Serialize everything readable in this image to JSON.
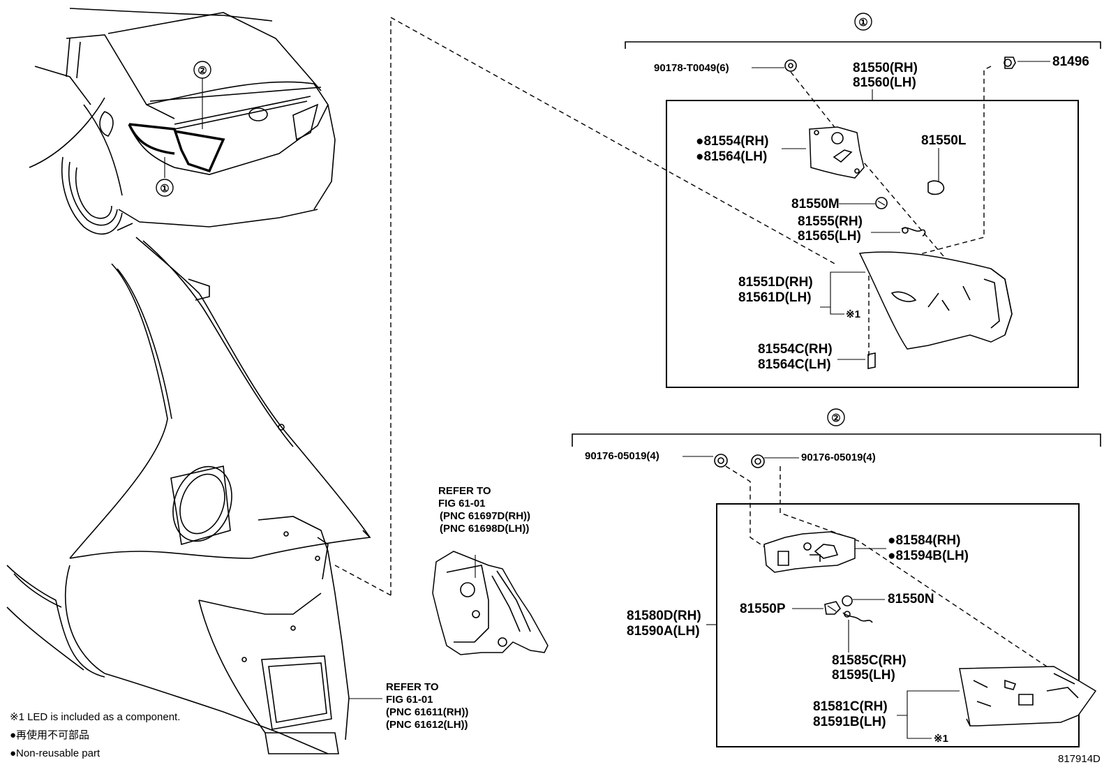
{
  "callouts": {
    "one": "①",
    "two": "②",
    "note_mark": "※1"
  },
  "group1": {
    "bolt": "90178-T0049(6)",
    "housing_rh": "81550(RH)",
    "housing_lh": "81560(LH)",
    "clip": "81496",
    "bracket_rh": "●81554(RH)",
    "bracket_lh": "●81564(LH)",
    "bulb": "81550L",
    "socket": "81550M",
    "harness_rh": "81555(RH)",
    "harness_lh": "81565(LH)",
    "lens_rh": "81551D(RH)",
    "lens_lh": "81561D(LH)",
    "gasket_rh": "81554C(RH)",
    "gasket_lh": "81564C(LH)"
  },
  "group2": {
    "bolt_left": "90176-05019(4)",
    "bolt_right": "90176-05019(4)",
    "bracket_rh": "●81584(RH)",
    "bracket_lh": "●81594B(LH)",
    "socket": "81550P",
    "bulb": "81550N",
    "assy_rh": "81580D(RH)",
    "assy_lh": "81590A(LH)",
    "harness_rh": "81585C(RH)",
    "harness_lh": "81595(LH)",
    "lens_rh": "81581C(RH)",
    "lens_lh": "81591B(LH)"
  },
  "references": {
    "upper": {
      "line1": "REFER TO",
      "line2": "FIG 61-01",
      "line3": "(PNC 61697D(RH))",
      "line4": "(PNC 61698D(LH))"
    },
    "lower": {
      "line1": "REFER TO",
      "line2": "FIG 61-01",
      "line3": "(PNC 61611(RH))",
      "line4": "(PNC 61612(LH))"
    }
  },
  "notes": {
    "led": "※1 LED is included as a component.",
    "jp": "●再使用不可部品",
    "en": "●Non-reusable part"
  },
  "diagram_id": "817914D"
}
